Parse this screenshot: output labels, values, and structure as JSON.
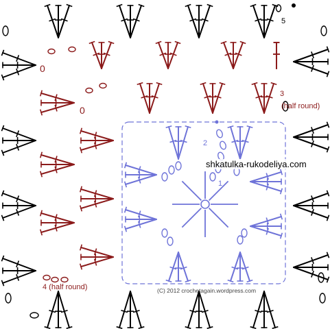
{
  "colors": {
    "round1": "#6e73d8",
    "round2": "#6e73d8",
    "round3": "#8b1a1a",
    "round4": "#8b1a1a",
    "round5": "#000000"
  },
  "labels": {
    "round1": "1",
    "round2": "2",
    "round3_num": "3",
    "round3_note": "(half round)",
    "round4": "4 (half round)",
    "round5": "5"
  },
  "watermark": "shkatulka-rukodeliya.com",
  "copyright": "(C) 2012 crochetagain.wordpress.com"
}
